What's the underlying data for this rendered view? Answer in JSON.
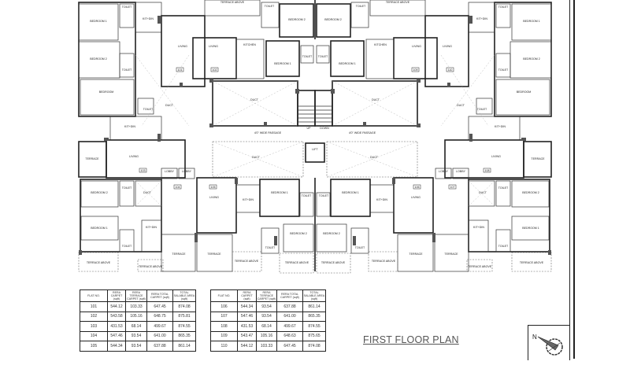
{
  "plan": {
    "title": "FIRST FLOOR PLAN",
    "north_label": "N",
    "rooms": {
      "bedroom": "BEDROOM",
      "bedroom1": "BEDROOM 1",
      "bedroom2": "BEDROOM 2",
      "toilet": "TOILET",
      "kitdin": "KIT+DIN",
      "kitchen": "KITCHEN",
      "living": "LIVING",
      "terrace": "TERRACE",
      "terrace_above": "TERRACE ABOVE",
      "duct": "DUCT",
      "lobby": "LOBBY",
      "lift": "LIFT",
      "up": "UP",
      "down": "DOWN",
      "passage": "4'0\" WIDE PASSAGE"
    },
    "flat_tags": [
      "101",
      "102",
      "103",
      "104",
      "105",
      "106",
      "107",
      "108",
      "109",
      "110"
    ]
  },
  "tables": {
    "headers": [
      "FLAT NO.",
      "RERA CARPET (sqft)",
      "RERA TERRACE CARPET (sqft)",
      "RERA TOTAL CARPET (sqft)",
      "TOTAL SALABLE AREA (sqft)"
    ],
    "left": [
      [
        "101",
        "544.12",
        "103.33",
        "647.45",
        "874.08"
      ],
      [
        "102",
        "543.58",
        "105.16",
        "648.75",
        "875.81"
      ],
      [
        "103",
        "431.53",
        "68.14",
        "499.67",
        "874.55"
      ],
      [
        "104",
        "547.46",
        "93.54",
        "641.00",
        "865.35"
      ],
      [
        "105",
        "544.34",
        "93.54",
        "637.88",
        "861.14"
      ]
    ],
    "right": [
      [
        "106",
        "544.34",
        "93.54",
        "637.88",
        "861.14"
      ],
      [
        "107",
        "547.46",
        "93.54",
        "641.00",
        "865.35"
      ],
      [
        "108",
        "431.53",
        "68.14",
        "499.67",
        "874.55"
      ],
      [
        "109",
        "543.47",
        "105.16",
        "648.63",
        "875.65"
      ],
      [
        "110",
        "544.12",
        "103.33",
        "647.45",
        "874.08"
      ]
    ]
  }
}
